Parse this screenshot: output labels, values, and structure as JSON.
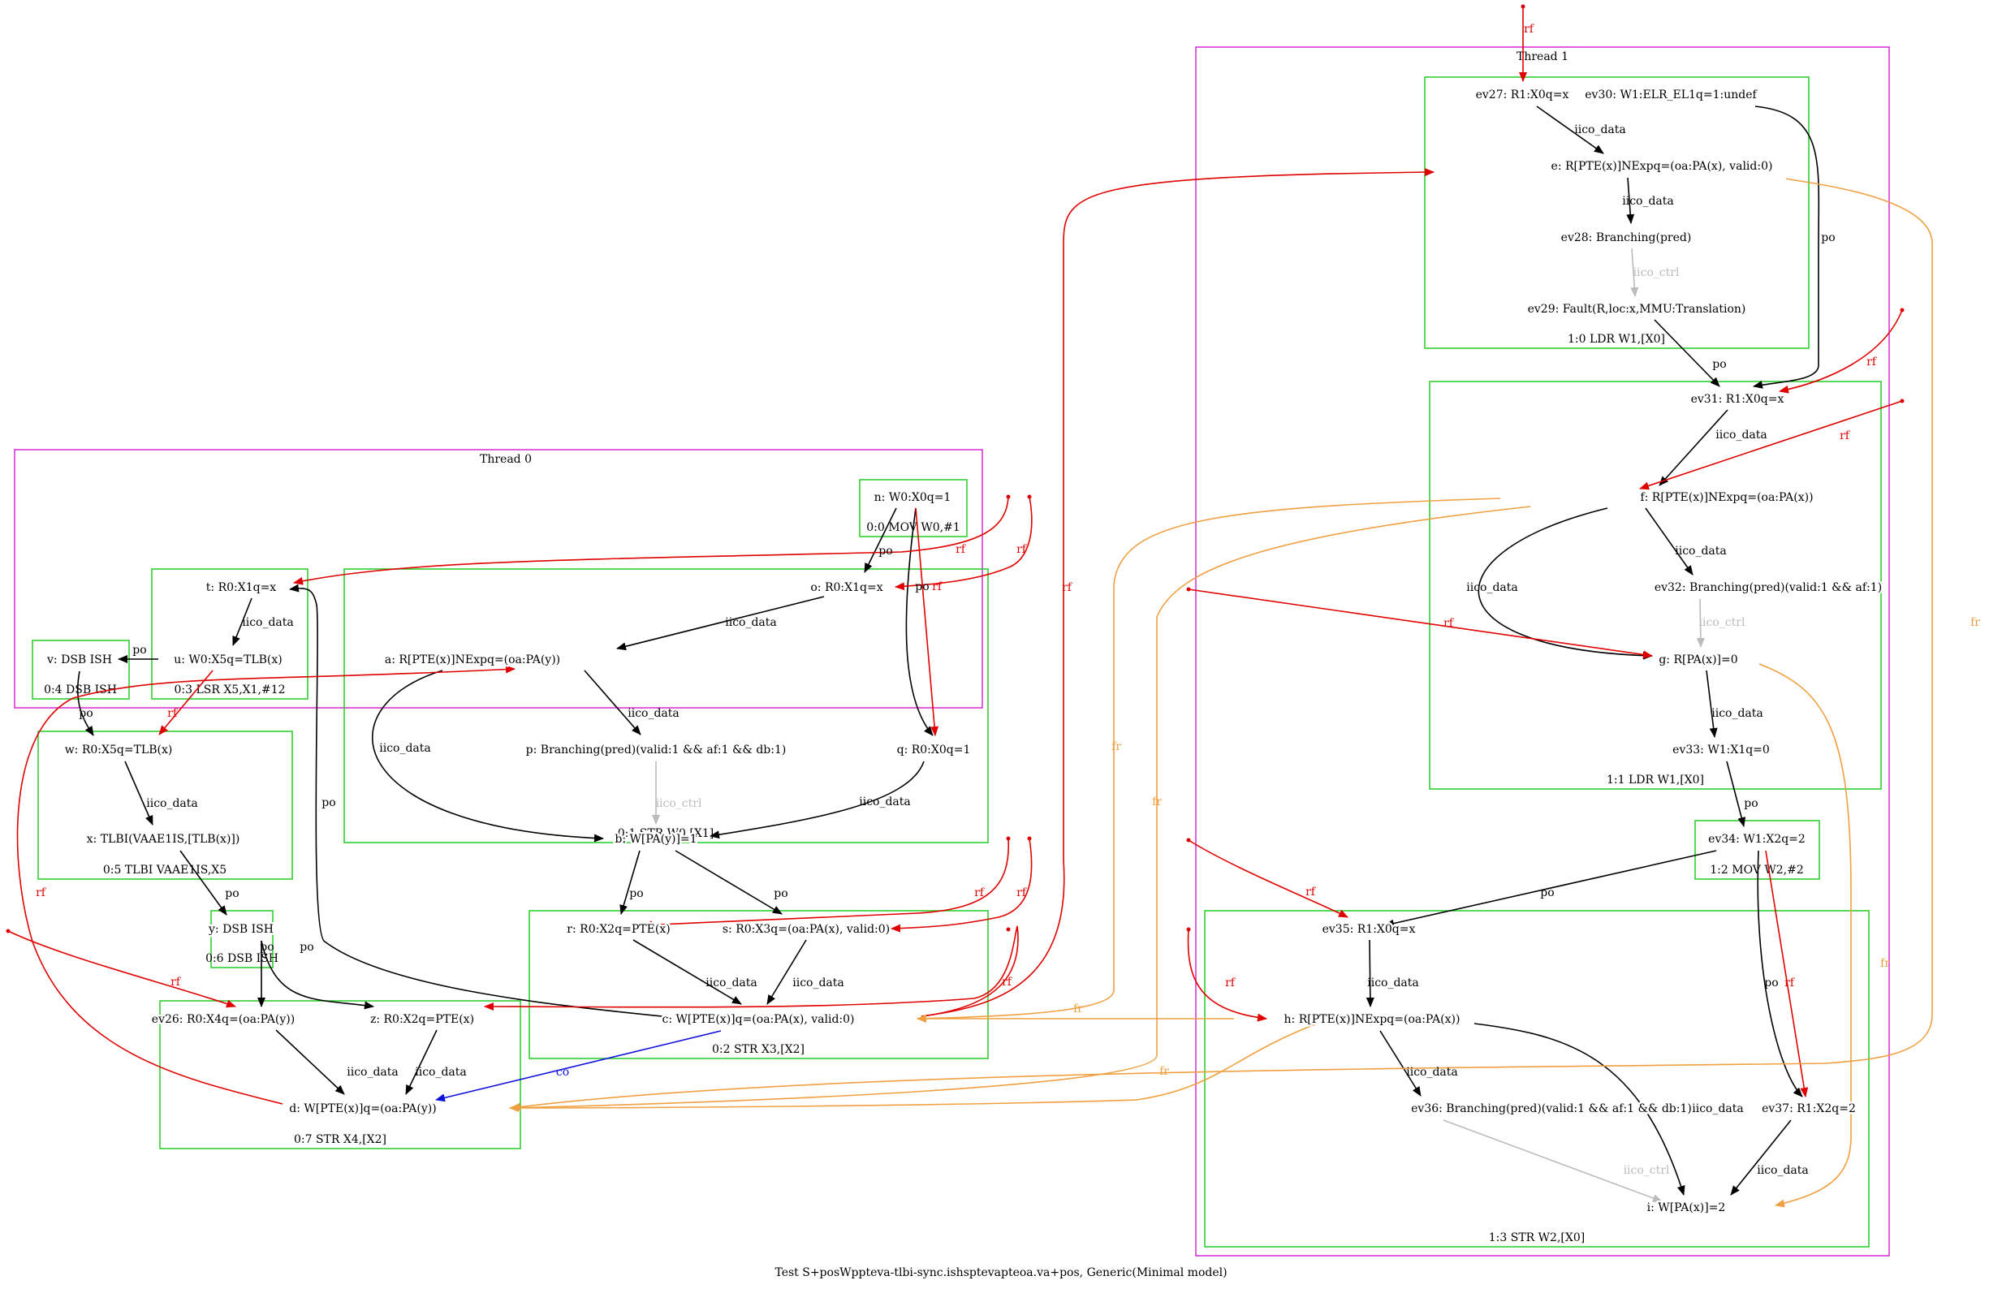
{
  "caption": "Test S+posWppteva-tlbi-sync.ishsptevapteoa.va+pos, Generic(Minimal model)",
  "colors": {
    "thread_border": "#d62ad6",
    "instr_border": "#22cc22",
    "po": "#000000",
    "iico_data": "#000000",
    "iico_ctrl": "#bbbbbb",
    "rf": "#e00000",
    "fr": "#f0a040",
    "co": "#1010dd"
  },
  "threads": [
    {
      "id": "t0",
      "title": "Thread 0"
    },
    {
      "id": "t1",
      "title": "Thread 1"
    }
  ],
  "instructions": [
    {
      "id": "i00",
      "label": "0:0 MOV W0,#1"
    },
    {
      "id": "i01",
      "label": "0:1 STR W0,[X1]"
    },
    {
      "id": "i02",
      "label": "0:2 STR X3,[X2]"
    },
    {
      "id": "i03",
      "label": "0:3 LSR X5,X1,#12"
    },
    {
      "id": "i04",
      "label": "0:4 DSB ISH"
    },
    {
      "id": "i05",
      "label": "0:5 TLBI VAAE1IS,X5"
    },
    {
      "id": "i06",
      "label": "0:6 DSB ISH"
    },
    {
      "id": "i07",
      "label": "0:7 STR X4,[X2]"
    },
    {
      "id": "i10",
      "label": "1:0 LDR W1,[X0]"
    },
    {
      "id": "i11",
      "label": "1:1 LDR W1,[X0]"
    },
    {
      "id": "i12",
      "label": "1:2 MOV W2,#2"
    },
    {
      "id": "i13",
      "label": "1:3 STR W2,[X0]"
    }
  ],
  "nodes": [
    {
      "id": "n",
      "label": "n: W0:X0q=1"
    },
    {
      "id": "o",
      "label": "o: R0:X1q=x"
    },
    {
      "id": "a",
      "label": "a: R[PTE(x)]NExpq=(oa:PA(y))"
    },
    {
      "id": "p",
      "label": "p: Branching(pred)(valid:1 && af:1 && db:1)"
    },
    {
      "id": "q",
      "label": "q: R0:X0q=1"
    },
    {
      "id": "b",
      "label": "b: W[PA(y)]=1"
    },
    {
      "id": "r",
      "label": "r: R0:X2q=PTE(x)"
    },
    {
      "id": "s",
      "label": "s: R0:X3q=(oa:PA(x), valid:0)"
    },
    {
      "id": "c",
      "label": "c: W[PTE(x)]q=(oa:PA(x), valid:0)"
    },
    {
      "id": "t",
      "label": "t: R0:X1q=x"
    },
    {
      "id": "u",
      "label": "u: W0:X5q=TLB(x)"
    },
    {
      "id": "v",
      "label": "v: DSB ISH"
    },
    {
      "id": "w",
      "label": "w: R0:X5q=TLB(x)"
    },
    {
      "id": "x",
      "label": "x: TLBI(VAAE1IS,[TLB(x)])"
    },
    {
      "id": "y",
      "label": "y: DSB ISH"
    },
    {
      "id": "ev26",
      "label": "ev26: R0:X4q=(oa:PA(y))"
    },
    {
      "id": "z",
      "label": "z: R0:X2q=PTE(x)"
    },
    {
      "id": "d",
      "label": "d: W[PTE(x)]q=(oa:PA(y))"
    },
    {
      "id": "ev27",
      "label": "ev27: R1:X0q=x"
    },
    {
      "id": "ev30",
      "label": "ev30: W1:ELR_EL1q=1:undef"
    },
    {
      "id": "e",
      "label": "e: R[PTE(x)]NExpq=(oa:PA(x), valid:0)"
    },
    {
      "id": "ev28",
      "label": "ev28: Branching(pred)"
    },
    {
      "id": "ev29",
      "label": "ev29: Fault(R,loc:x,MMU:Translation)"
    },
    {
      "id": "ev31",
      "label": "ev31: R1:X0q=x"
    },
    {
      "id": "f",
      "label": "f: R[PTE(x)]NExpq=(oa:PA(x))"
    },
    {
      "id": "ev32",
      "label": "ev32: Branching(pred)(valid:1 && af:1)"
    },
    {
      "id": "g",
      "label": "g: R[PA(x)]=0"
    },
    {
      "id": "ev33",
      "label": "ev33: W1:X1q=0"
    },
    {
      "id": "ev34",
      "label": "ev34: W1:X2q=2"
    },
    {
      "id": "ev35",
      "label": "ev35: R1:X0q=x"
    },
    {
      "id": "h",
      "label": "h: R[PTE(x)]NExpq=(oa:PA(x))"
    },
    {
      "id": "ev36",
      "label": "ev36: Branching(pred)(valid:1 && af:1 && db:1)"
    },
    {
      "id": "ev37",
      "label": "ev37: R1:X2q=2"
    },
    {
      "id": "i",
      "label": "i: W[PA(x)]=2"
    }
  ],
  "edge_labels": {
    "po": "po",
    "iico_data": "iico_data",
    "iico_ctrl": "iico_ctrl",
    "rf": "rf",
    "fr": "fr",
    "co": "co"
  },
  "edges": [
    {
      "id": "e_n_o",
      "type": "po"
    },
    {
      "id": "e_n_q",
      "type": "po"
    },
    {
      "id": "e_n_q_rf",
      "type": "rf"
    },
    {
      "id": "e_o_a",
      "type": "iico_data"
    },
    {
      "id": "e_a_p",
      "type": "iico_data"
    },
    {
      "id": "e_a_b",
      "type": "iico_data"
    },
    {
      "id": "e_p_b",
      "type": "iico_ctrl"
    },
    {
      "id": "e_q_b",
      "type": "iico_data"
    },
    {
      "id": "e_b_r",
      "type": "po"
    },
    {
      "id": "e_b_s",
      "type": "po"
    },
    {
      "id": "e_r_c",
      "type": "iico_data"
    },
    {
      "id": "e_s_c",
      "type": "iico_data"
    },
    {
      "id": "e_c_t",
      "type": "po"
    },
    {
      "id": "e_t_u",
      "type": "iico_data"
    },
    {
      "id": "e_u_v",
      "type": "po"
    },
    {
      "id": "e_u_w_rf",
      "type": "rf"
    },
    {
      "id": "e_v_w",
      "type": "po"
    },
    {
      "id": "e_w_x",
      "type": "iico_data"
    },
    {
      "id": "e_x_y",
      "type": "po"
    },
    {
      "id": "e_y_ev26",
      "type": "po"
    },
    {
      "id": "e_y_z",
      "type": "po"
    },
    {
      "id": "e_ev26_d",
      "type": "iico_data"
    },
    {
      "id": "e_z_d",
      "type": "iico_data"
    },
    {
      "id": "e_c_d_co",
      "type": "co"
    },
    {
      "id": "e_d_a_rf",
      "type": "rf"
    },
    {
      "id": "e_c_z_rf",
      "type": "rf"
    },
    {
      "id": "e_c_e_rf",
      "type": "rf"
    },
    {
      "id": "e_init_t_rf",
      "type": "rf"
    },
    {
      "id": "e_init_o_rf",
      "type": "rf"
    },
    {
      "id": "e_init_r_rf",
      "type": "rf"
    },
    {
      "id": "e_init_s_rf",
      "type": "rf"
    },
    {
      "id": "e_init_ev26_rf",
      "type": "rf"
    },
    {
      "id": "e_init_ev27_rf",
      "type": "rf"
    },
    {
      "id": "e_ev27_e",
      "type": "iico_data"
    },
    {
      "id": "e_e_ev28",
      "type": "iico_data"
    },
    {
      "id": "e_ev28_ev29",
      "type": "iico_ctrl"
    },
    {
      "id": "e_ev29_ev31",
      "type": "po"
    },
    {
      "id": "e_ev30_ev31",
      "type": "po"
    },
    {
      "id": "e_init_ev31_rf",
      "type": "rf"
    },
    {
      "id": "e_ev31_f",
      "type": "iico_data"
    },
    {
      "id": "e_init_f_rf",
      "type": "rf"
    },
    {
      "id": "e_f_ev32",
      "type": "iico_data"
    },
    {
      "id": "e_f_g",
      "type": "iico_data"
    },
    {
      "id": "e_ev32_g",
      "type": "iico_ctrl"
    },
    {
      "id": "e_init_g_rf",
      "type": "rf"
    },
    {
      "id": "e_g_ev33",
      "type": "iico_data"
    },
    {
      "id": "e_ev33_ev34",
      "type": "po"
    },
    {
      "id": "e_ev34_ev35",
      "type": "po"
    },
    {
      "id": "e_ev34_ev37",
      "type": "po"
    },
    {
      "id": "e_ev34_ev37_rf",
      "type": "rf"
    },
    {
      "id": "e_init_ev35_rf",
      "type": "rf"
    },
    {
      "id": "e_ev35_h",
      "type": "iico_data"
    },
    {
      "id": "e_init_h_rf",
      "type": "rf"
    },
    {
      "id": "e_h_ev36",
      "type": "iico_data"
    },
    {
      "id": "e_h_i",
      "type": "iico_data"
    },
    {
      "id": "e_ev36_i",
      "type": "iico_ctrl"
    },
    {
      "id": "e_ev37_i",
      "type": "iico_data"
    },
    {
      "id": "e_e_d_fr",
      "type": "fr"
    },
    {
      "id": "e_f_c_fr",
      "type": "fr"
    },
    {
      "id": "e_f_d_fr",
      "type": "fr"
    },
    {
      "id": "e_h_c_fr",
      "type": "fr"
    },
    {
      "id": "e_h_d_fr",
      "type": "fr"
    },
    {
      "id": "e_g_i_fr",
      "type": "fr"
    }
  ]
}
